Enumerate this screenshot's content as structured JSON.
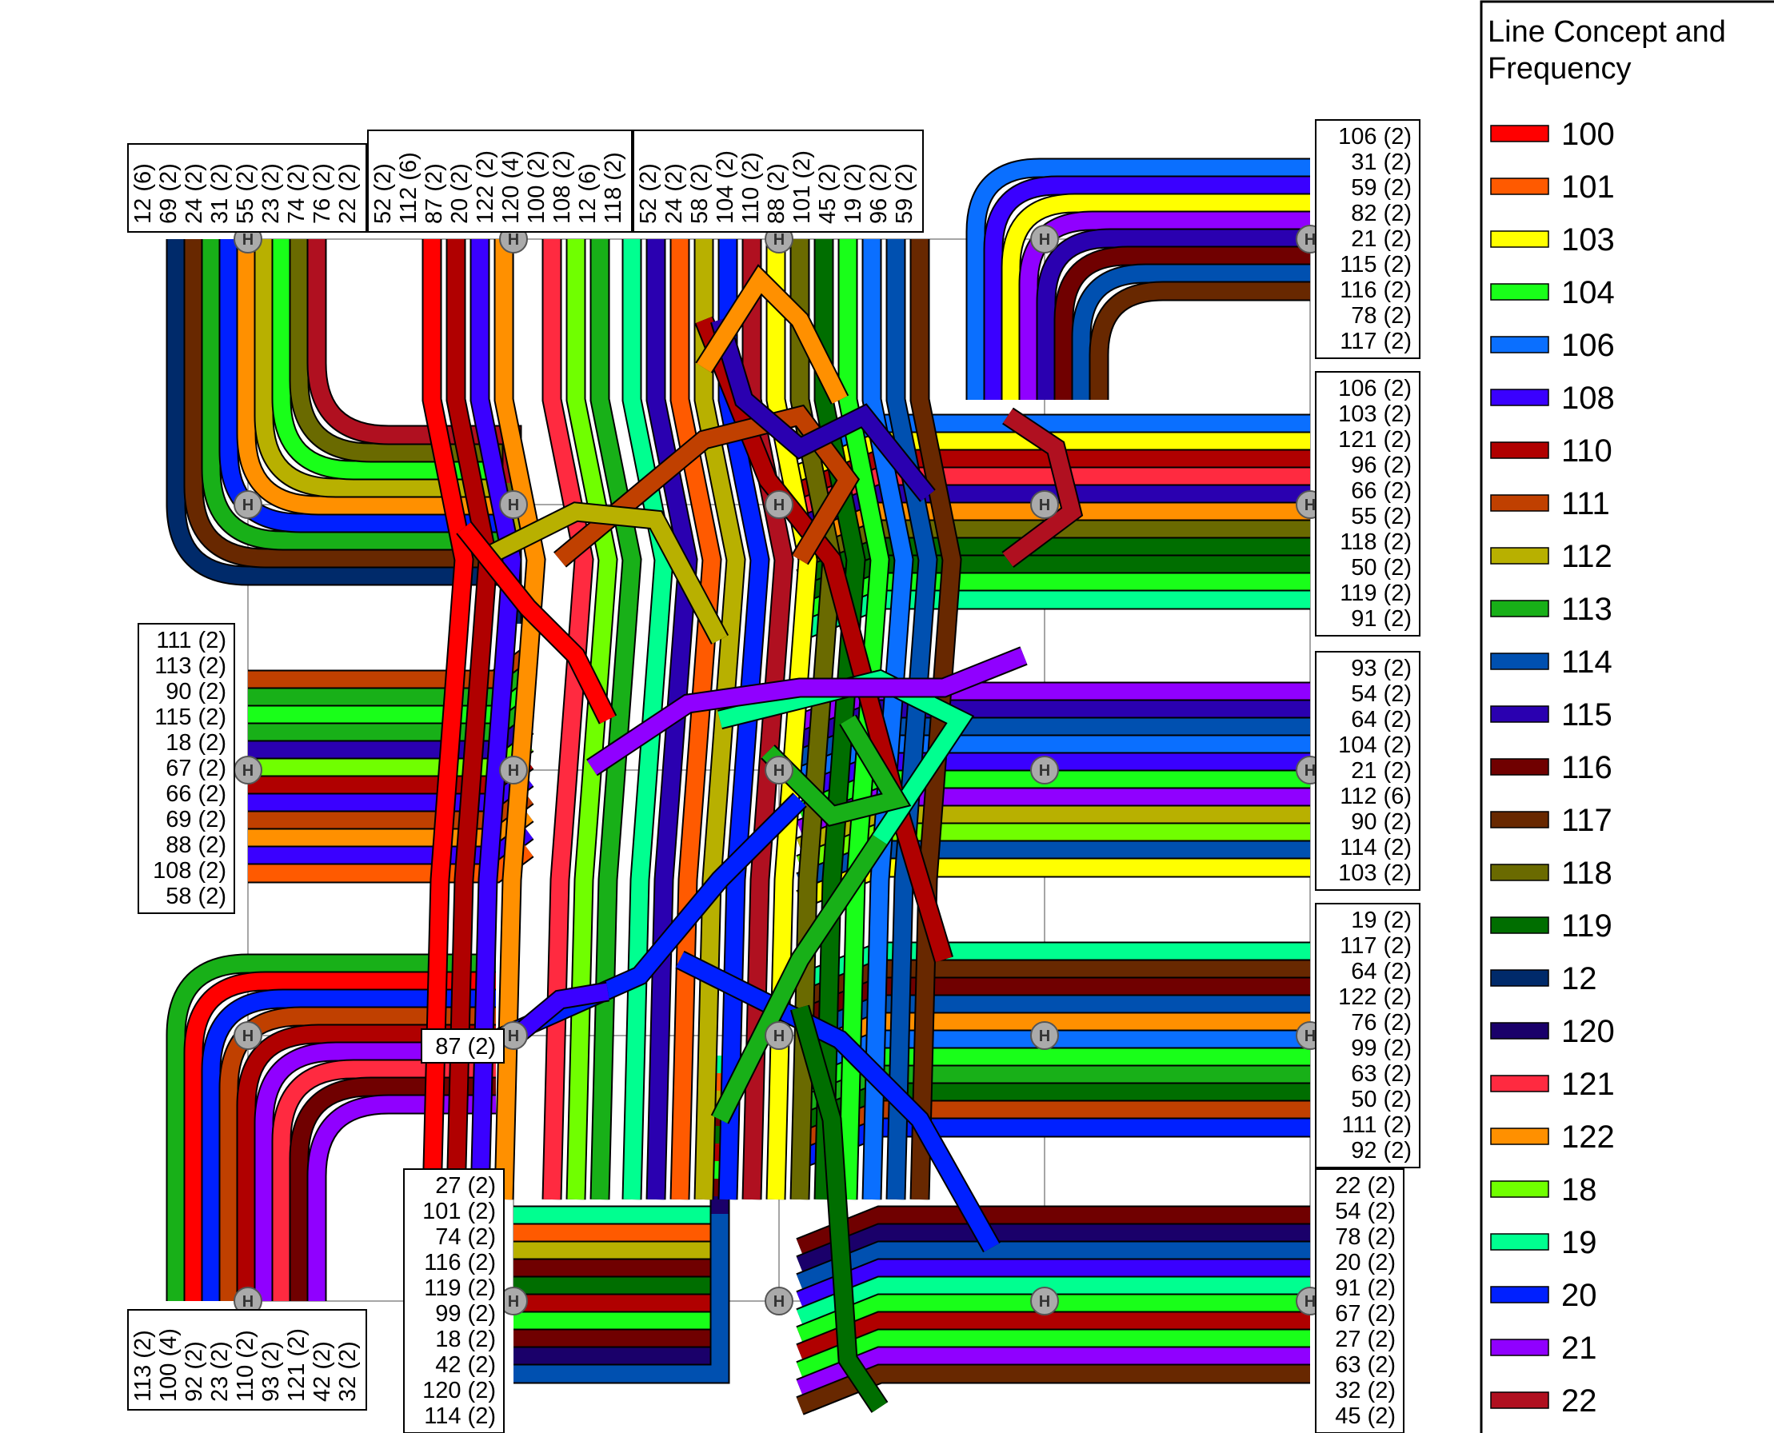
{
  "legend": {
    "title_line1": "Line Concept and",
    "title_line2": "Frequency",
    "items": [
      {
        "label": "100",
        "color": "#ff0000"
      },
      {
        "label": "101",
        "color": "#ff5a00"
      },
      {
        "label": "103",
        "color": "#ffff00"
      },
      {
        "label": "104",
        "color": "#19ff19"
      },
      {
        "label": "106",
        "color": "#0a6fff"
      },
      {
        "label": "108",
        "color": "#3a00ff"
      },
      {
        "label": "110",
        "color": "#b00000"
      },
      {
        "label": "111",
        "color": "#c04000"
      },
      {
        "label": "112",
        "color": "#b8b000"
      },
      {
        "label": "113",
        "color": "#18b018"
      },
      {
        "label": "114",
        "color": "#0050b0"
      },
      {
        "label": "115",
        "color": "#2a00b0"
      },
      {
        "label": "116",
        "color": "#700000"
      },
      {
        "label": "117",
        "color": "#682800"
      },
      {
        "label": "118",
        "color": "#6a6a00"
      },
      {
        "label": "119",
        "color": "#006e00"
      },
      {
        "label": "12",
        "color": "#002a6a"
      },
      {
        "label": "120",
        "color": "#1a006a"
      },
      {
        "label": "121",
        "color": "#ff2a40"
      },
      {
        "label": "122",
        "color": "#ff9000"
      },
      {
        "label": "18",
        "color": "#70ff00"
      },
      {
        "label": "19",
        "color": "#00ff90"
      },
      {
        "label": "20",
        "color": "#0020ff"
      },
      {
        "label": "21",
        "color": "#9000ff"
      },
      {
        "label": "22",
        "color": "#b01020"
      }
    ]
  },
  "hub_glyph": "H",
  "stop_labels": {
    "top_left": [
      "12 (6)",
      "69 (2)",
      "24 (2)",
      "31 (2)",
      "55 (2)",
      "23 (2)",
      "74 (2)",
      "76 (2)",
      "22 (2)"
    ],
    "top_mid": [
      "52 (2)",
      "112 (6)",
      "87 (2)",
      "20 (2)",
      "122 (2)",
      "120 (4)",
      "100 (2)",
      "108 (2)",
      "12 (6)",
      "118 (2)"
    ],
    "top_right": [
      "52 (2)",
      "24 (2)",
      "58 (2)",
      "104 (2)",
      "110 (2)",
      "88 (2)",
      "101 (2)",
      "45 (2)",
      "19 (2)",
      "96 (2)",
      "59 (2)"
    ],
    "right_1": [
      "106 (2)",
      "31 (2)",
      "59 (2)",
      "82 (2)",
      "21 (2)",
      "115 (2)",
      "116 (2)",
      "78 (2)",
      "117 (2)"
    ],
    "right_2": [
      "106 (2)",
      "103 (2)",
      "121 (2)",
      "96 (2)",
      "66 (2)",
      "55 (2)",
      "118 (2)",
      "50 (2)",
      "119 (2)",
      "91 (2)"
    ],
    "right_3": [
      "93 (2)",
      "54 (2)",
      "64 (2)",
      "104 (2)",
      "21 (2)",
      "112 (6)",
      "90 (2)",
      "114 (2)",
      "103 (2)"
    ],
    "right_4": [
      "19 (2)",
      "117 (2)",
      "64 (2)",
      "122 (2)",
      "76 (2)",
      "99 (2)",
      "63 (2)",
      "50 (2)",
      "111 (2)",
      "92 (2)"
    ],
    "right_5": [
      "22 (2)",
      "54 (2)",
      "78 (2)",
      "20 (2)",
      "91 (2)",
      "67 (2)",
      "27 (2)",
      "63 (2)",
      "32 (2)",
      "45 (2)"
    ],
    "left_mid": [
      "111 (2)",
      "113 (2)",
      "90 (2)",
      "115 (2)",
      "18 (2)",
      "67 (2)",
      "66 (2)",
      "69 (2)",
      "88 (2)",
      "108 (2)",
      "58 (2)"
    ],
    "bottom_mid": [
      "27 (2)",
      "101 (2)",
      "74 (2)",
      "116 (2)",
      "119 (2)",
      "99 (2)",
      "18 (2)",
      "42 (2)",
      "120 (2)",
      "114 (2)"
    ],
    "bottom_left": [
      "113 (2)",
      "100 (4)",
      "92 (2)",
      "23 (2)",
      "110 (2)",
      "93 (2)",
      "121 (2)",
      "42 (2)",
      "32 (2)"
    ],
    "single": "87 (2)"
  }
}
